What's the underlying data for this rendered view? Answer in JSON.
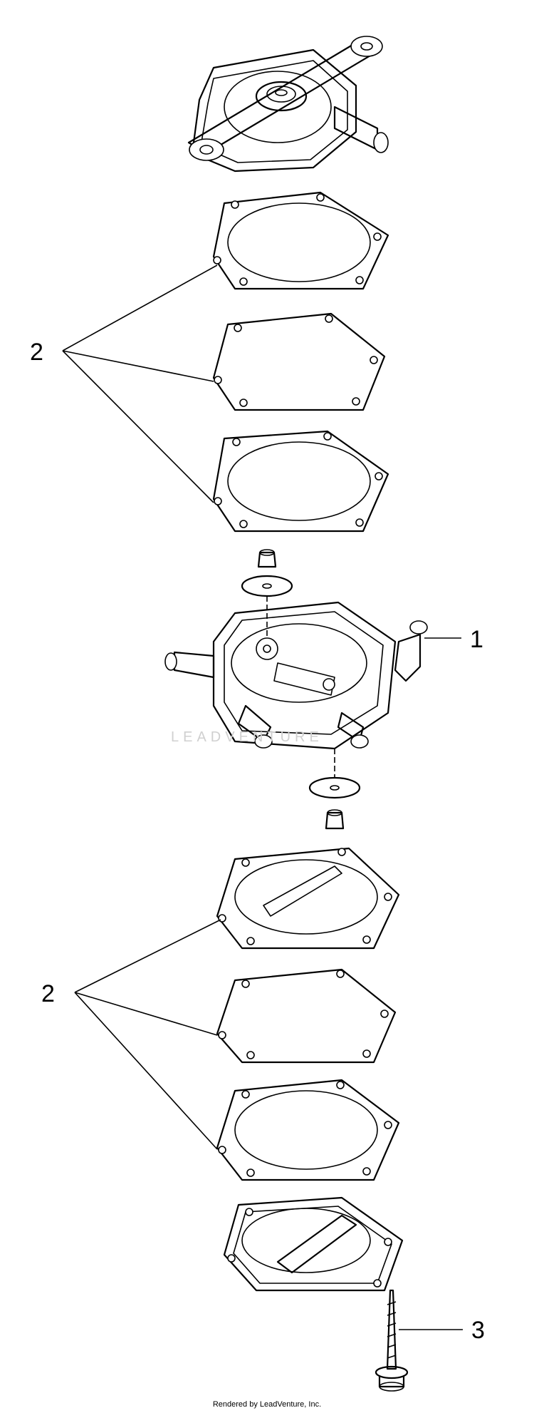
{
  "callouts": {
    "label_1": "1",
    "label_2_top": "2",
    "label_2_bottom": "2",
    "label_3": "3"
  },
  "watermark": "LEADVENTURE",
  "footer": "Rendered by LeadVenture, Inc."
}
